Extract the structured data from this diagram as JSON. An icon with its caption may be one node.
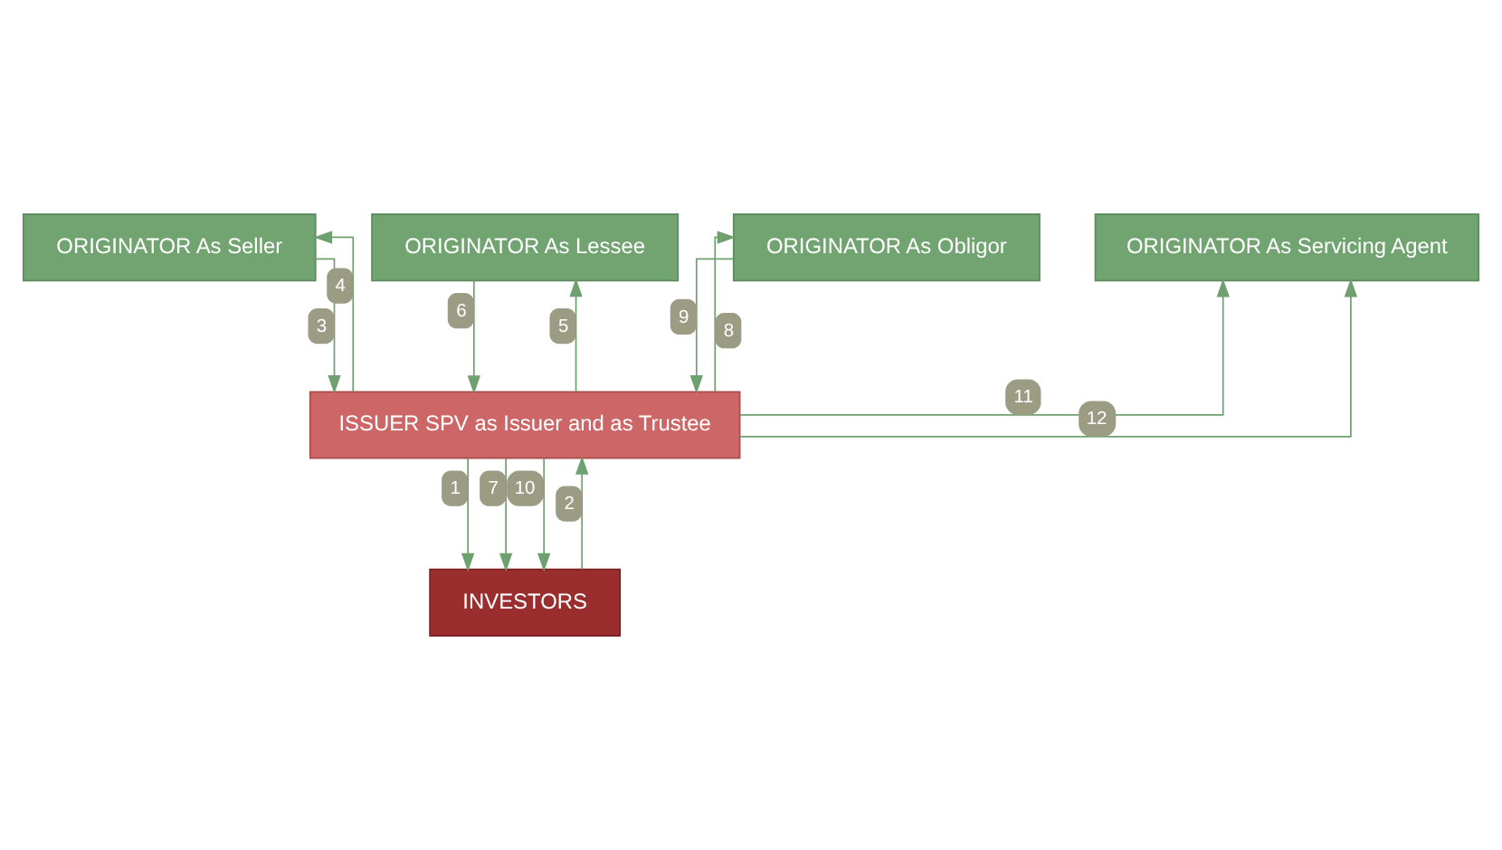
{
  "diagram": {
    "nodes": [
      {
        "text": [
          "ORIGINATOR As Seller"
        ]
      },
      {
        "text": [
          "ORIGINATOR As Lessee"
        ]
      },
      {
        "text": [
          "ORIGINATOR As Obligor"
        ]
      },
      {
        "text": [
          "ORIGINATOR As Servicing Agent"
        ]
      },
      {
        "text": [
          "ISSUER SPV as Issuer and as Trustee"
        ]
      },
      {
        "text": [
          "INVESTORS"
        ]
      }
    ],
    "edges": [
      {
        "from": 4,
        "to": 5,
        "arrow": "to",
        "label": "1"
      },
      {
        "from": 5,
        "to": 4,
        "arrow": "to",
        "label": "2"
      },
      {
        "from": 0,
        "to": 4,
        "arrow": "to",
        "label": "3"
      },
      {
        "from": 4,
        "to": 0,
        "arrow": "to",
        "label": "4"
      },
      {
        "from": 4,
        "to": 1,
        "arrow": "to",
        "label": "5"
      },
      {
        "from": 1,
        "to": 4,
        "arrow": "to",
        "label": "6"
      },
      {
        "from": 4,
        "to": 5,
        "arrow": "to",
        "label": "7"
      },
      {
        "from": 4,
        "to": 2,
        "arrow": "to",
        "label": "8"
      },
      {
        "from": 2,
        "to": 4,
        "arrow": "to",
        "label": "9"
      },
      {
        "from": 4,
        "to": 5,
        "arrow": "to",
        "label": "10"
      },
      {
        "from": 4,
        "to": 3,
        "arrow": "to",
        "label": "11"
      },
      {
        "from": 4,
        "to": 3,
        "arrow": "to",
        "label": "12"
      }
    ]
  }
}
